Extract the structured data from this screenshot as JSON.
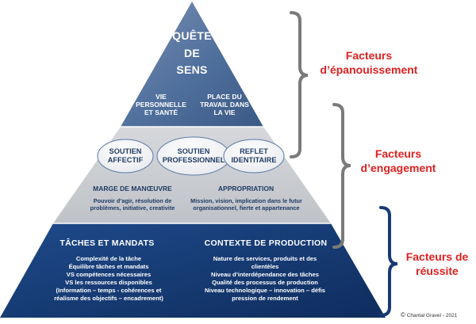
{
  "pyramid": {
    "top": {
      "title_lines": [
        "QUÊTE",
        "DE",
        "SENS"
      ],
      "left_lines": [
        "VIE",
        "PERSONNELLE",
        "ET SANTÉ"
      ],
      "right_lines": [
        "PLACE DU",
        "TRAVAIL DANS",
        "LA VIE"
      ],
      "color": "#4f6f9c"
    },
    "middle": {
      "ovals": [
        [
          "SOUTIEN",
          "AFFECTIF"
        ],
        [
          "SOUTIEN",
          "PROFESSIONNEL"
        ],
        [
          "REFLET",
          "IDENTITAIRE"
        ]
      ],
      "left_heading": "MARGE DE MANŒUVRE",
      "left_body": [
        "Pouvoir d’agir, résolution de",
        "problèmes, initiative, creativite"
      ],
      "right_heading": "APPROPRIATION",
      "right_body": [
        "Mission, vision, implication dans le futur",
        "organisationnel, fierte et appartenance"
      ],
      "color": "#c9cbcf"
    },
    "base": {
      "left_heading": "TÂCHES ET MANDATS",
      "left_body": [
        "Complexité de la tâche",
        "Équilibre tâches et mandats",
        "VS compétences nécessaires",
        "VS les ressources disponibles",
        "(Information – temps - cohérences et",
        "réalisme des objectifs – encadrement)"
      ],
      "right_heading": "CONTEXTE DE PRODUCTION",
      "right_body": [
        "Nature des services, produits et des",
        "clientèles",
        "Niveau d’interdépendance des tâches",
        "Qualité des processus de production",
        "Niveau technologique – innovation – défis",
        "pression de rendement"
      ],
      "color": "#163a73"
    }
  },
  "factors": [
    {
      "lines": [
        "Facteurs",
        "d’épanouissement"
      ]
    },
    {
      "lines": [
        "Facteurs",
        "d’engagement"
      ]
    },
    {
      "lines": [
        "Facteurs de",
        "réussite"
      ]
    }
  ],
  "credit": {
    "symbol": "©",
    "text": "Chantal Gravel - 2021"
  },
  "colors": {
    "accent_red": "#e02020",
    "brace_gray": "#7a7a7a",
    "brace_navy": "#163a73"
  }
}
